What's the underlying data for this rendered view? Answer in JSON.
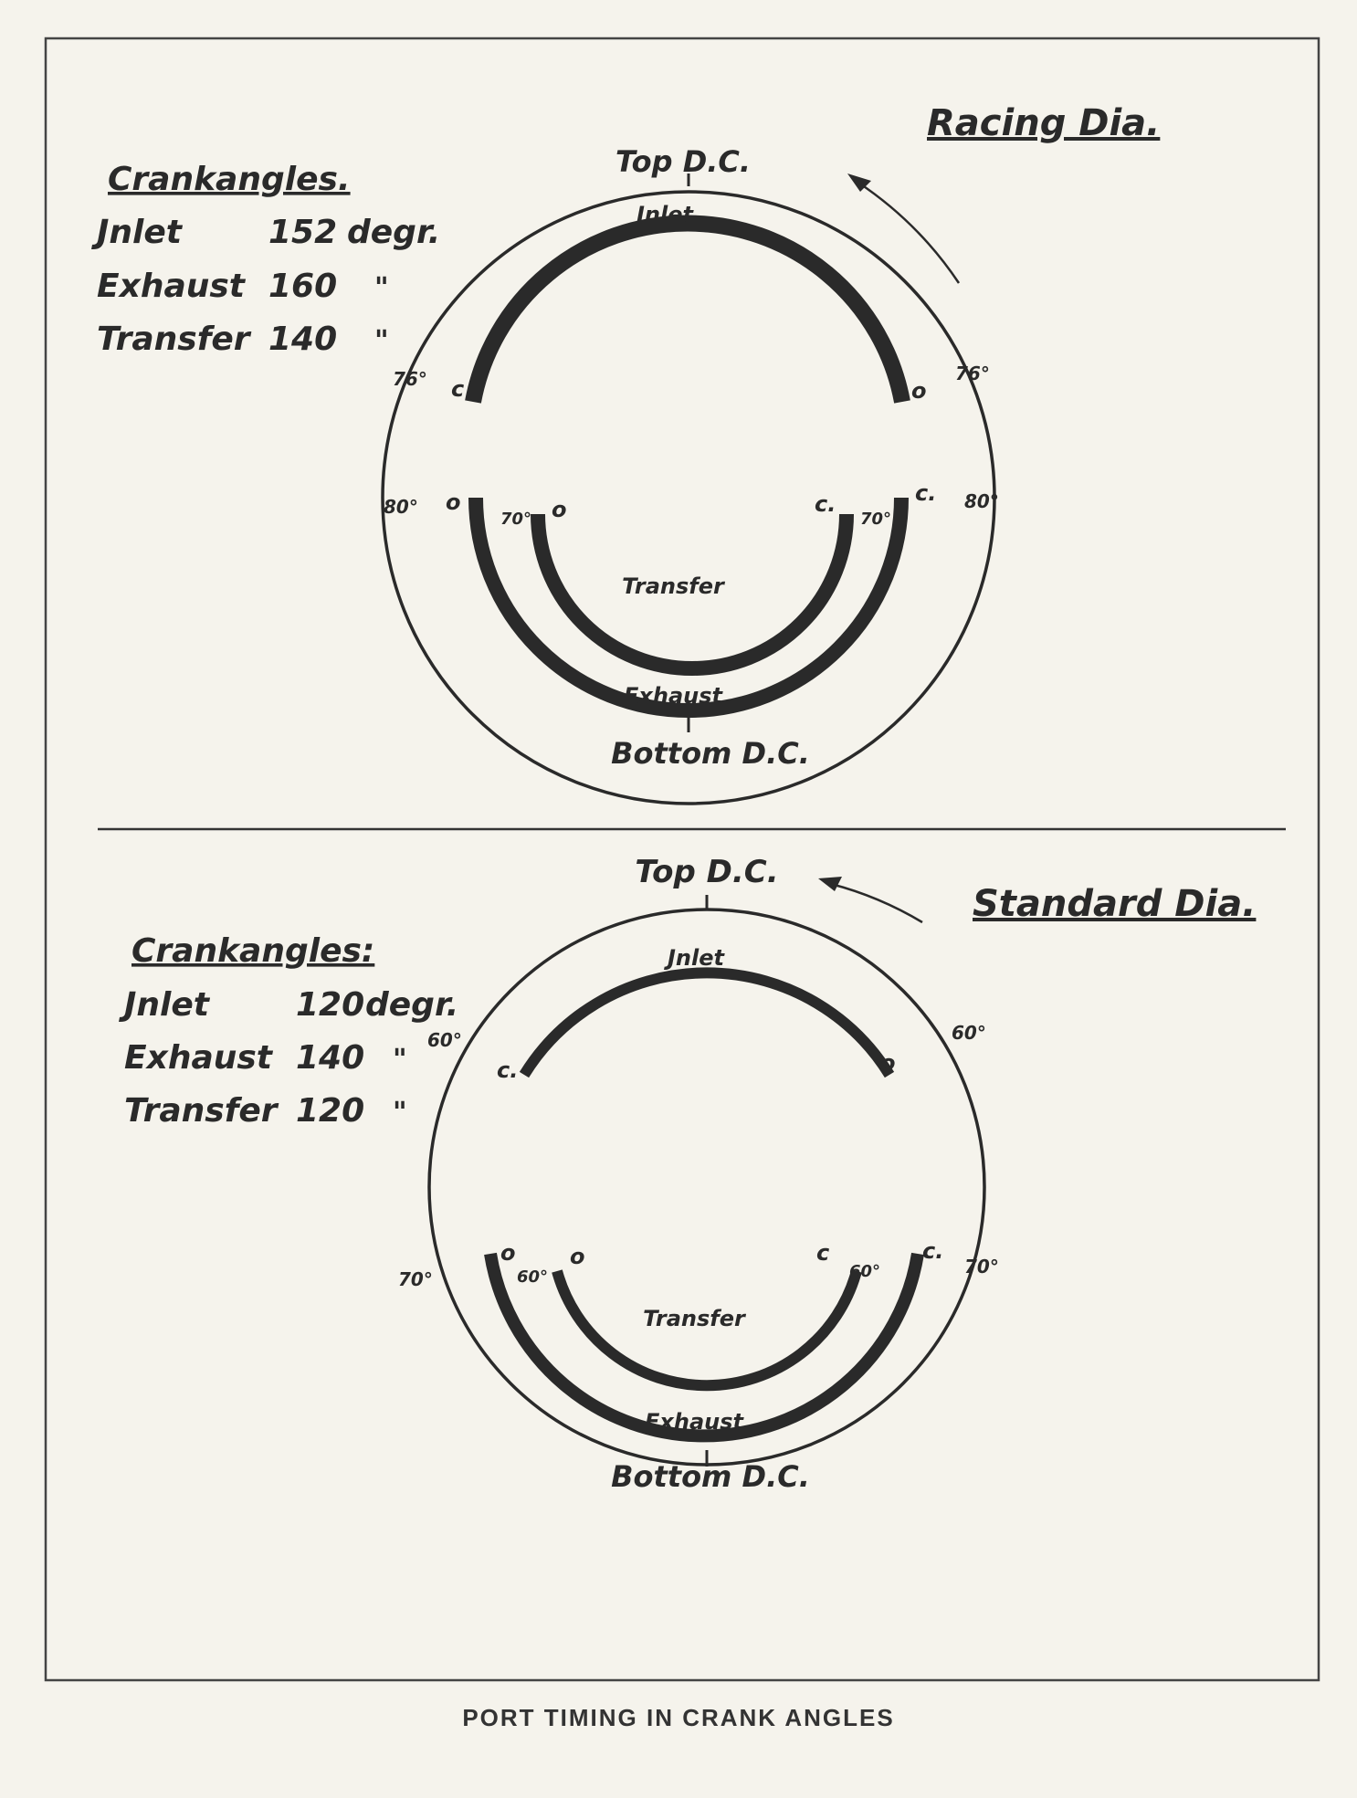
{
  "caption": "PORT TIMING IN CRANK ANGLES",
  "racing": {
    "title": "Racing Dia.",
    "crank_heading": "Crankangles.",
    "crank_rows": [
      {
        "label": "Jnlet",
        "value": "152",
        "unit": "degr."
      },
      {
        "label": "Exhaust",
        "value": "160",
        "unit": "\""
      },
      {
        "label": "Transfer",
        "value": "140",
        "unit": "\""
      }
    ],
    "top_label": "Top D.C.",
    "bottom_label": "Bottom D.C.",
    "inlet_label": "Jnlet",
    "transfer_label": "Transfer",
    "exhaust_label": "Exhaust",
    "inlet_left_angle": "76°",
    "inlet_right_angle": "76°",
    "exhaust_left_angle": "80°",
    "exhaust_right_angle": "80°",
    "transfer_left_angle": "70°",
    "transfer_right_angle": "70°",
    "inlet_close": "c",
    "inlet_open": "o",
    "exhaust_open": "o",
    "exhaust_close": "c.",
    "transfer_open": "o",
    "transfer_close": "c."
  },
  "standard": {
    "title": "Standard Dia.",
    "crank_heading": "Crankangles:",
    "crank_rows": [
      {
        "label": "Jnlet",
        "value": "120",
        "unit": "degr."
      },
      {
        "label": "Exhaust",
        "value": "140",
        "unit": "\""
      },
      {
        "label": "Transfer",
        "value": "120",
        "unit": "\""
      }
    ],
    "top_label": "Top D.C.",
    "bottom_label": "Bottom D.C.",
    "inlet_label": "Jnlet",
    "transfer_label": "Transfer",
    "exhaust_label": "Exhaust",
    "inlet_left_angle": "60°",
    "inlet_right_angle": "60°",
    "exhaust_left_angle": "70°",
    "exhaust_right_angle": "70°",
    "transfer_left_angle": "60°",
    "transfer_right_angle": "60°",
    "inlet_close": "c.",
    "inlet_open": "o",
    "exhaust_open": "o",
    "exhaust_close": "c.",
    "transfer_open": "o",
    "transfer_close": "c"
  },
  "colors": {
    "ink": "#2a2a2a",
    "paper": "#f5f3ec",
    "frame": "#444444"
  }
}
